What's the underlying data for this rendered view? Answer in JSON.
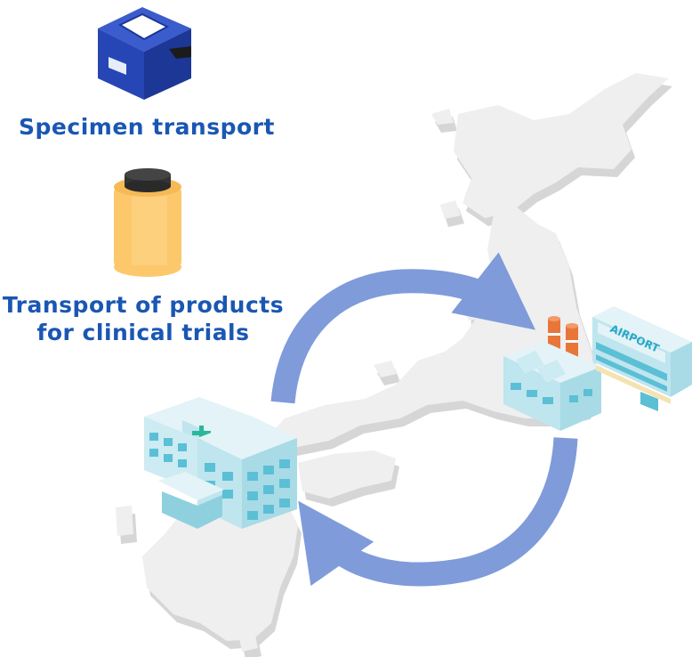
{
  "labels": {
    "specimen_transport": "Specimen transport",
    "clinical_line1": "Transport of products",
    "clinical_line2": "for clinical trials"
  },
  "airport_sign": "AIRPORT",
  "colors": {
    "map_top": "#efefef",
    "map_side": "#d6d6d6",
    "arrow": "#7f9bda",
    "label_text": "#1a57b3",
    "box_blue": "#2746b5",
    "jar_body": "#fcc86b",
    "building_glass": "#a8dbe5",
    "building_frame": "#e3f3f7",
    "cross": "#2ab89a",
    "chimney": "#e8763a"
  },
  "icons": [
    "cooler-box-icon",
    "sample-jar-icon",
    "hospital-icon",
    "factory-icon",
    "airport-building-icon"
  ]
}
